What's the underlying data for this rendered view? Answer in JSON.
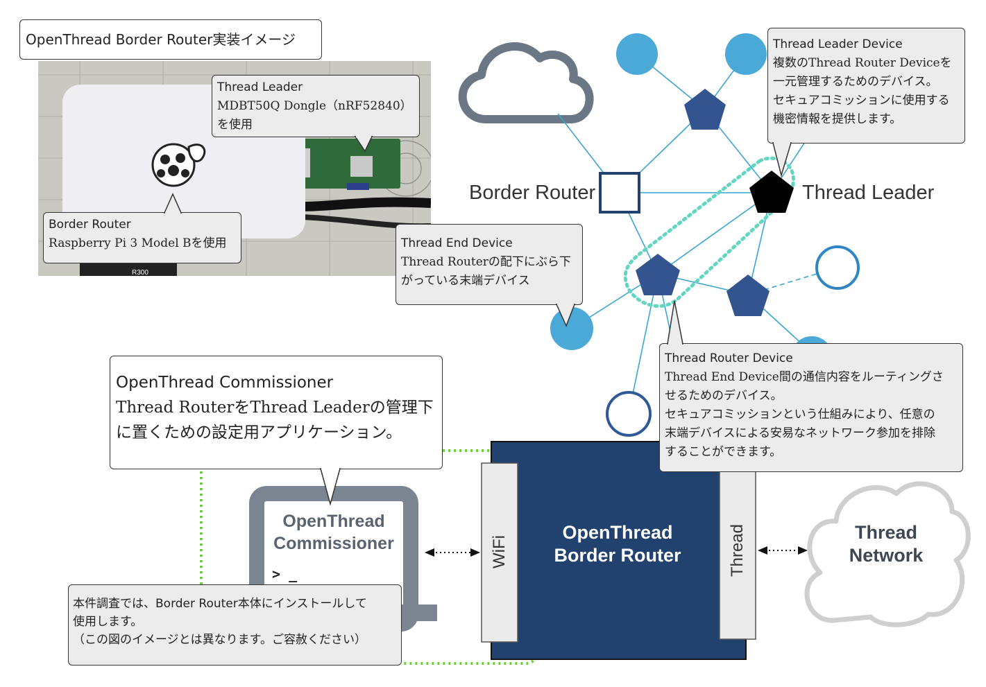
{
  "title": "OpenThread Border Router実装イメージ",
  "photo": {
    "callouts": {
      "leader": {
        "line1": "Thread Leader",
        "line2": "MDBT50Q Dongle（nRF52840）",
        "line3": "を使用"
      },
      "border": {
        "line1": "Border Router",
        "line2": "Raspberry Pi 3 Model Bを使用"
      }
    },
    "board_mark": "R300"
  },
  "network": {
    "label_border_router": "Border Router",
    "label_thread_leader": "Thread Leader"
  },
  "callouts": {
    "leader_device": {
      "line1": "Thread Leader Device",
      "line2": "複数のThread Router Deviceを",
      "line3": "一元管理するためのデバイス。",
      "line4": "セキュアコミッションに使用する",
      "line5": "機密情報を提供します。"
    },
    "end_device": {
      "line1": "Thread End Device",
      "line2": "Thread Routerの配下にぶら下",
      "line3": "がっている末端デバイス"
    },
    "router_device": {
      "line1": "Thread Router Device",
      "line2": "Thread End Device間の通信内容をルーティングさ",
      "line3": "せるためのデバイス。",
      "line4": "セキュアコミッションという仕組みにより、任意の",
      "line5": "末端デバイスによる安易なネットワーク参加を排除",
      "line6": "することができます。"
    },
    "commissioner": {
      "line1": "OpenThread Commissioner",
      "line2": "Thread RouterをThread Leaderの管理下",
      "line3": "に置くための設定用アプリケーション。"
    },
    "install": {
      "line1": "本件調査では、Border Router本体にインストールして",
      "line2": "使用します。",
      "line3": "（この図のイメージとは異なります。ご容赦ください）"
    }
  },
  "laptop": {
    "title1": "OpenThread",
    "title2": "Commissioner",
    "prompt": "> _"
  },
  "border_router_box": {
    "line1": "OpenThread",
    "line2": "Border Router",
    "wifi": "WiFi",
    "thread": "Thread"
  },
  "thread_network": {
    "line1": "Thread",
    "line2": "Network"
  },
  "colors": {
    "navy": "#21416f",
    "pentagon": "#33548f",
    "light_blue": "#4aa9d6",
    "ring": "#2f86c4",
    "green": "#6ccf3f",
    "teal": "#62d6c1"
  }
}
